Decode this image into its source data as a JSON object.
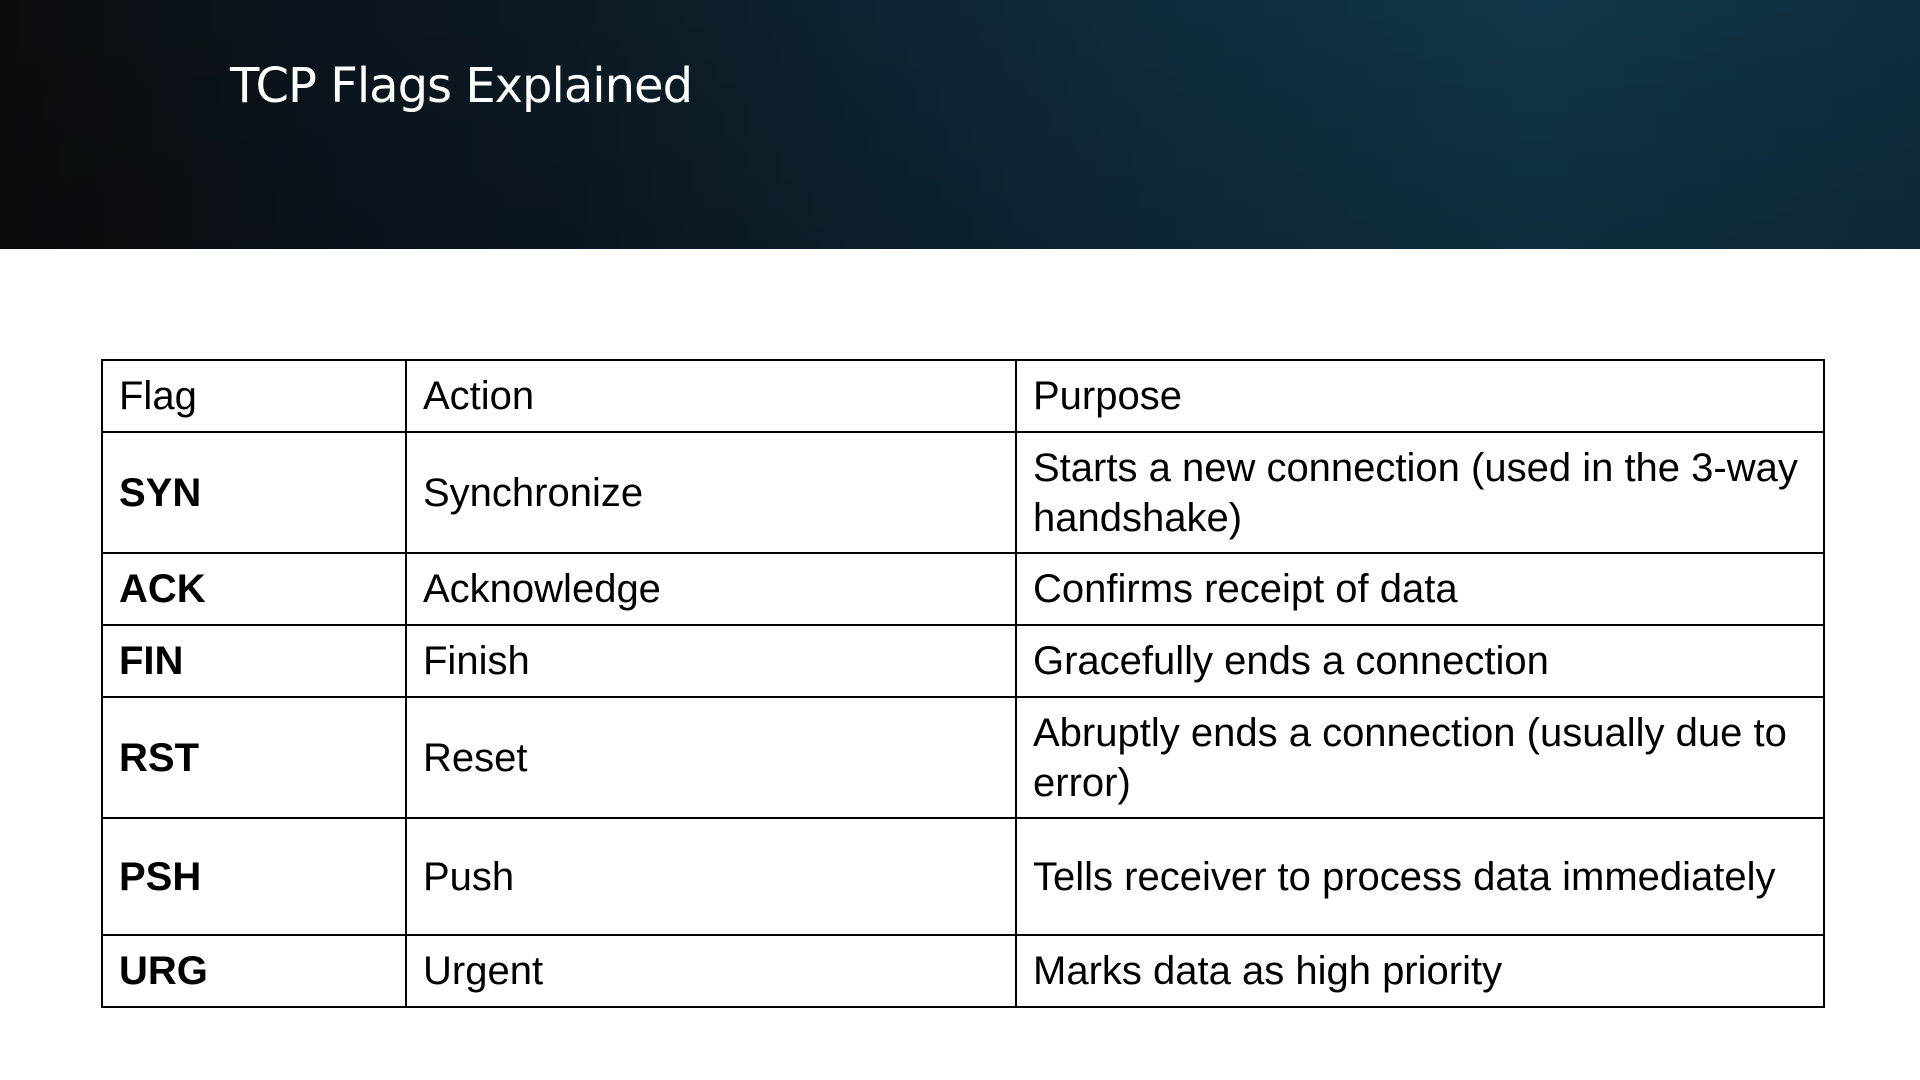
{
  "slide": {
    "title": "TCP Flags Explained"
  },
  "colors": {
    "header_dark": "#0a0d10",
    "header_teal": "#113548",
    "title_text": "#ffffff",
    "table_border": "#000000"
  },
  "table": {
    "headers": [
      "Flag",
      "Action",
      "Purpose"
    ],
    "rows": [
      {
        "flag": "SYN",
        "action": "Synchronize",
        "purpose": "Starts a new connection (used in the 3-way handshake)"
      },
      {
        "flag": "ACK",
        "action": "Acknowledge",
        "purpose": "Confirms receipt of data"
      },
      {
        "flag": "FIN",
        "action": "Finish",
        "purpose": "Gracefully ends a connection"
      },
      {
        "flag": "RST",
        "action": "Reset",
        "purpose": "Abruptly ends a connection (usually due to error)"
      },
      {
        "flag": "PSH",
        "action": "Push",
        "purpose": "Tells receiver to process data immediately"
      },
      {
        "flag": "URG",
        "action": "Urgent",
        "purpose": "Marks data as high priority"
      }
    ]
  }
}
